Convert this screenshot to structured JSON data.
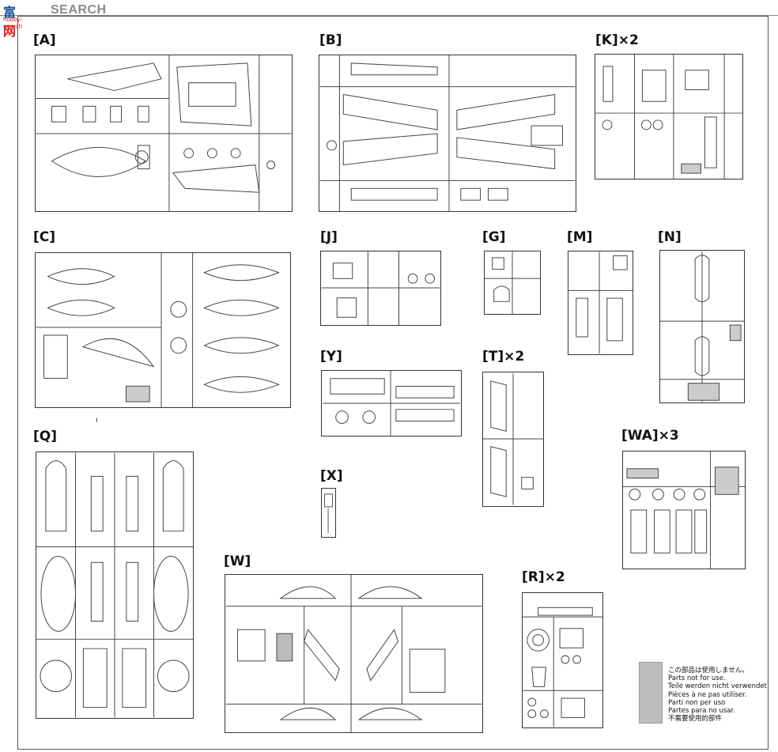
{
  "watermark": {
    "logo_cn": "富",
    "logo_cn2": "网",
    "logo_sub": "hobby-search",
    "search_text": "SEARCH"
  },
  "sprues": [
    {
      "id": "A",
      "label": "[A]"
    },
    {
      "id": "B",
      "label": "[B]"
    },
    {
      "id": "K",
      "label": "[K]×2"
    },
    {
      "id": "C",
      "label": "[C]"
    },
    {
      "id": "J",
      "label": "[J]"
    },
    {
      "id": "G",
      "label": "[G]"
    },
    {
      "id": "M",
      "label": "[M]"
    },
    {
      "id": "N",
      "label": "[N]"
    },
    {
      "id": "Y",
      "label": "[Y]"
    },
    {
      "id": "T",
      "label": "[T]×2"
    },
    {
      "id": "X",
      "label": "[X]"
    },
    {
      "id": "Q",
      "label": "[Q]"
    },
    {
      "id": "WA",
      "label": "[WA]×3"
    },
    {
      "id": "W",
      "label": "[W]"
    },
    {
      "id": "R",
      "label": "[R]×2"
    }
  ],
  "legend": {
    "title": "この部品は使用しません。",
    "lines": [
      "Parts not for use.",
      "Teile werden nicht verwendet",
      "Pièces à ne pas utiliser.",
      "Parti non per uso",
      "Partes para no usar.",
      "不需要使用的部件"
    ]
  }
}
